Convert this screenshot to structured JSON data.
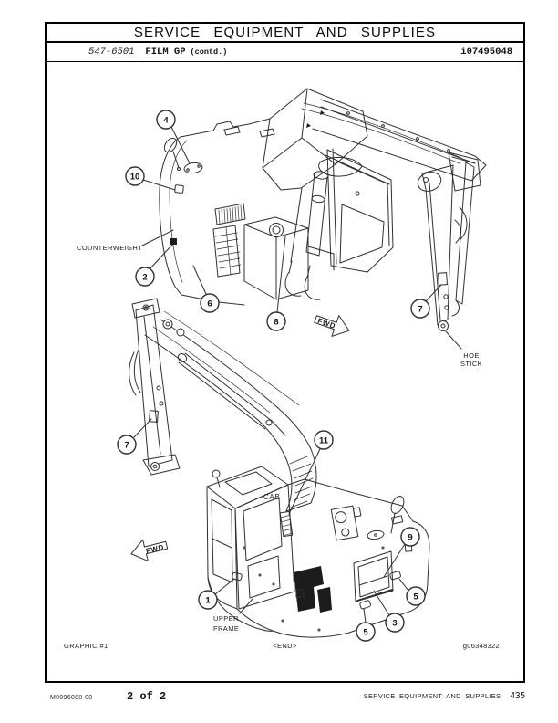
{
  "header": {
    "title": "SERVICE EQUIPMENT AND SUPPLIES",
    "part_number": "547-6501",
    "part_name": "FILM GP",
    "contd": "(contd.)",
    "doc_id": "i07495048"
  },
  "caption": {
    "graphic_label": "GRAPHIC #1",
    "end_marker": "<END>",
    "graphic_id": "g06348322"
  },
  "footer": {
    "media_number": "M0096088-00",
    "page_info": "2 of 2",
    "section": "SERVICE EQUIPMENT AND SUPPLIES",
    "page_number": "435"
  },
  "figure1": {
    "labels": {
      "counterweight": "COUNTERWEIGHT",
      "fwd": "FWD",
      "hoe_line1": "HOE",
      "hoe_line2": "STICK"
    },
    "callouts": {
      "c4": "4",
      "c10": "10",
      "c2": "2",
      "c6": "6",
      "c8": "8",
      "c7": "7"
    }
  },
  "figure2": {
    "labels": {
      "cab": "CAB",
      "fwd": "FWD",
      "upper_line1": "UPPER",
      "upper_line2": "FRAME"
    },
    "callouts": {
      "c7": "7",
      "c11": "11",
      "c1": "1",
      "c5a": "5",
      "c3": "3",
      "c5b": "5",
      "c9": "9"
    }
  },
  "colors": {
    "ink": "#1c1c1c",
    "line": "#2f2f2f",
    "paper": "#ffffff"
  }
}
